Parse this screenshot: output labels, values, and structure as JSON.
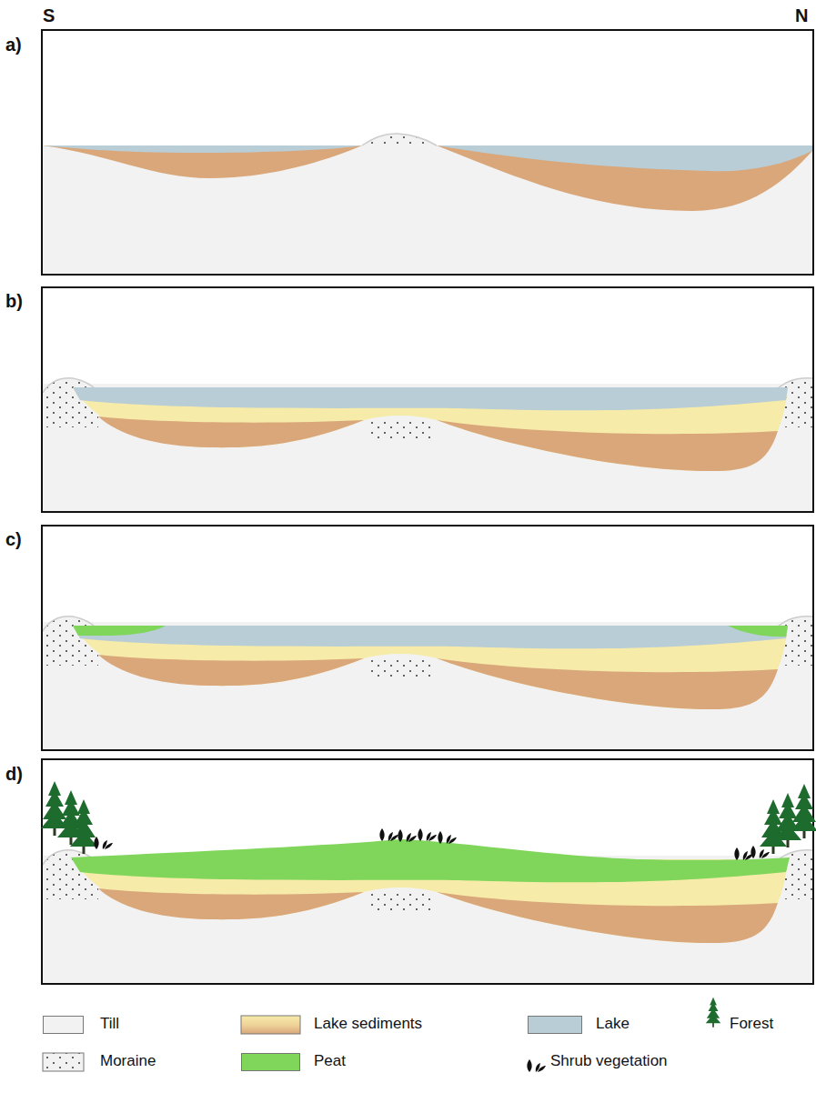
{
  "diagram": {
    "labels": [
      "S",
      "N",
      "a)",
      "b)",
      "c)",
      "d)"
    ],
    "legend": [
      {
        "text": "Till",
        "color": "#f2f2f2"
      },
      {
        "text": "Lake sediments"
      },
      {
        "text": "Lake",
        "color": "#b9cdd6"
      },
      {
        "text": "Forest"
      },
      {
        "text": "Moraine"
      },
      {
        "text": "Peat",
        "color": "#7fd65a"
      },
      {
        "text": "Shrub vegetation"
      }
    ]
  }
}
